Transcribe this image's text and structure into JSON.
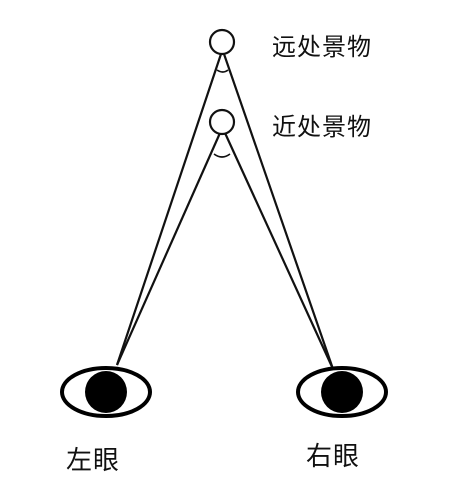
{
  "labels": {
    "far_object": "远处景物",
    "near_object": "近处景物",
    "left_eye": "左眼",
    "right_eye": "右眼"
  },
  "colors": {
    "line": "#111111",
    "pupil": "#000000",
    "background": "#ffffff"
  }
}
